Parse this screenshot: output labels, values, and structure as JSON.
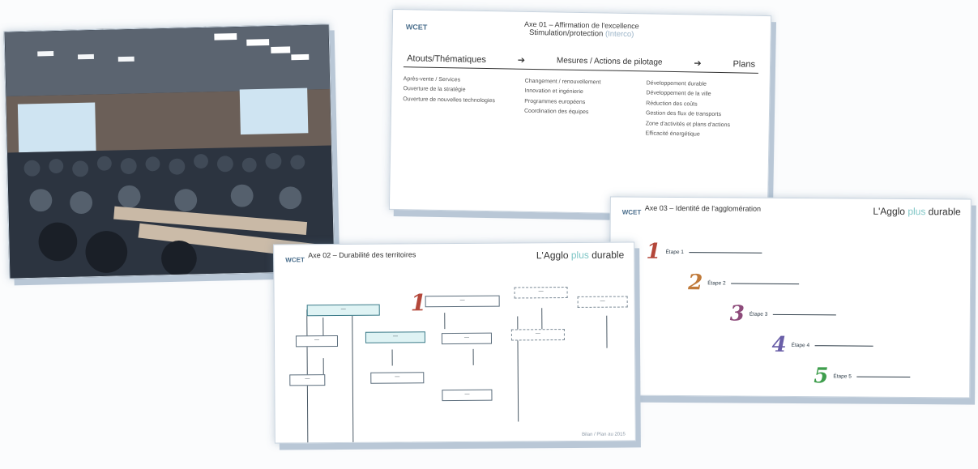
{
  "photo": {
    "description_icon": "conference-room-photo"
  },
  "slide_top": {
    "logo": "WCET",
    "title": "Axe 01 – Affirmation de l'excellence",
    "subtitle_main": "Stimulation/protection",
    "subtitle_accent": "(Interco)",
    "flow": [
      "Atouts/Thématiques",
      "Mesures / Actions de pilotage",
      "Plans"
    ],
    "col1": [
      "Après-vente / Services",
      "Ouverture de la stratégie",
      "Ouverture de nouvelles technologies"
    ],
    "col2": [
      "Changement / renouvellement",
      "Innovation et ingénierie",
      "Programmes européens",
      "Coordination des équipes"
    ],
    "col3": [
      "Développement durable",
      "Développement de la ville",
      "Réduction des coûts",
      "Gestion des flux de transports",
      "Zone d'activités et plans d'actions",
      "Efficacité énergétique"
    ]
  },
  "slide_mid": {
    "logo": "WCET",
    "title_left": "Axe 02 – Durabilité des territoires",
    "title_right_start": "L'Agglo",
    "title_right_accent": "plus",
    "title_right_end": "durable",
    "footer": "Bilan / Plan au 2015"
  },
  "slide_right": {
    "logo": "WCET",
    "title_left": "Axe 03 – Identité de l'agglomération",
    "title_right_start": "L'Agglo",
    "title_right_accent": "plus",
    "title_right_end": "durable",
    "steps": [
      "Étape 1",
      "Étape 2",
      "Étape 3",
      "Étape 4",
      "Étape 5"
    ],
    "step_numbers": [
      "1",
      "2",
      "3",
      "4",
      "5"
    ],
    "step_colors": [
      "#b4473a",
      "#c07a3a",
      "#8d4a7a",
      "#6a5fa8",
      "#3f9e4d"
    ]
  }
}
